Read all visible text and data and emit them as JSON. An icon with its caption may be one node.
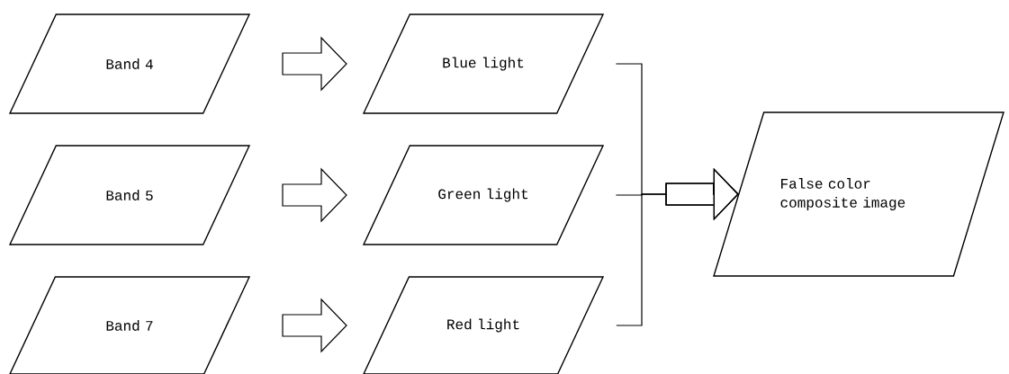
{
  "diagram": {
    "nodes": [
      {
        "text": [
          "Band 4"
        ]
      },
      {
        "text": [
          "Band 5"
        ]
      },
      {
        "text": [
          "Band 7"
        ]
      },
      {
        "text": [
          "Blue light"
        ]
      },
      {
        "text": [
          "Green light"
        ]
      },
      {
        "text": [
          "Red light"
        ]
      },
      {
        "text": [
          "False color composite image"
        ]
      }
    ],
    "edges": [
      {
        "from": 0,
        "to": 3,
        "arrow": "to"
      },
      {
        "from": 1,
        "to": 4,
        "arrow": "to"
      },
      {
        "from": 2,
        "to": 5,
        "arrow": "to"
      },
      {
        "from": 3,
        "to": 6,
        "arrow": "to"
      },
      {
        "from": 4,
        "to": 6,
        "arrow": "to"
      },
      {
        "from": 5,
        "to": 6,
        "arrow": "to"
      }
    ]
  }
}
